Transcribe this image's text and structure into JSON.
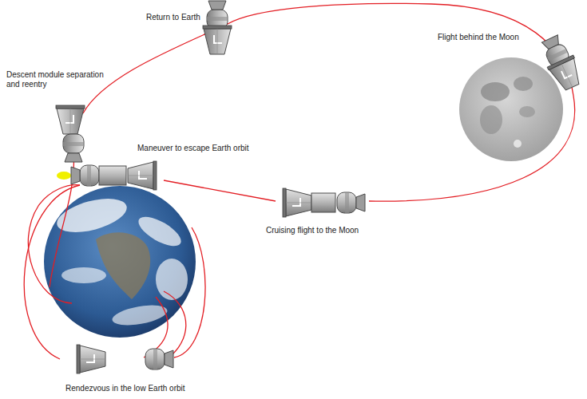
{
  "diagram": {
    "labels": [
      "Return to Earth",
      "Flight behind the Moon",
      "Descent module separation and reentry",
      "Maneuver to escape Earth orbit",
      "Cruising flight to the Moon",
      "Rendezvous in the low Earth orbit"
    ]
  }
}
